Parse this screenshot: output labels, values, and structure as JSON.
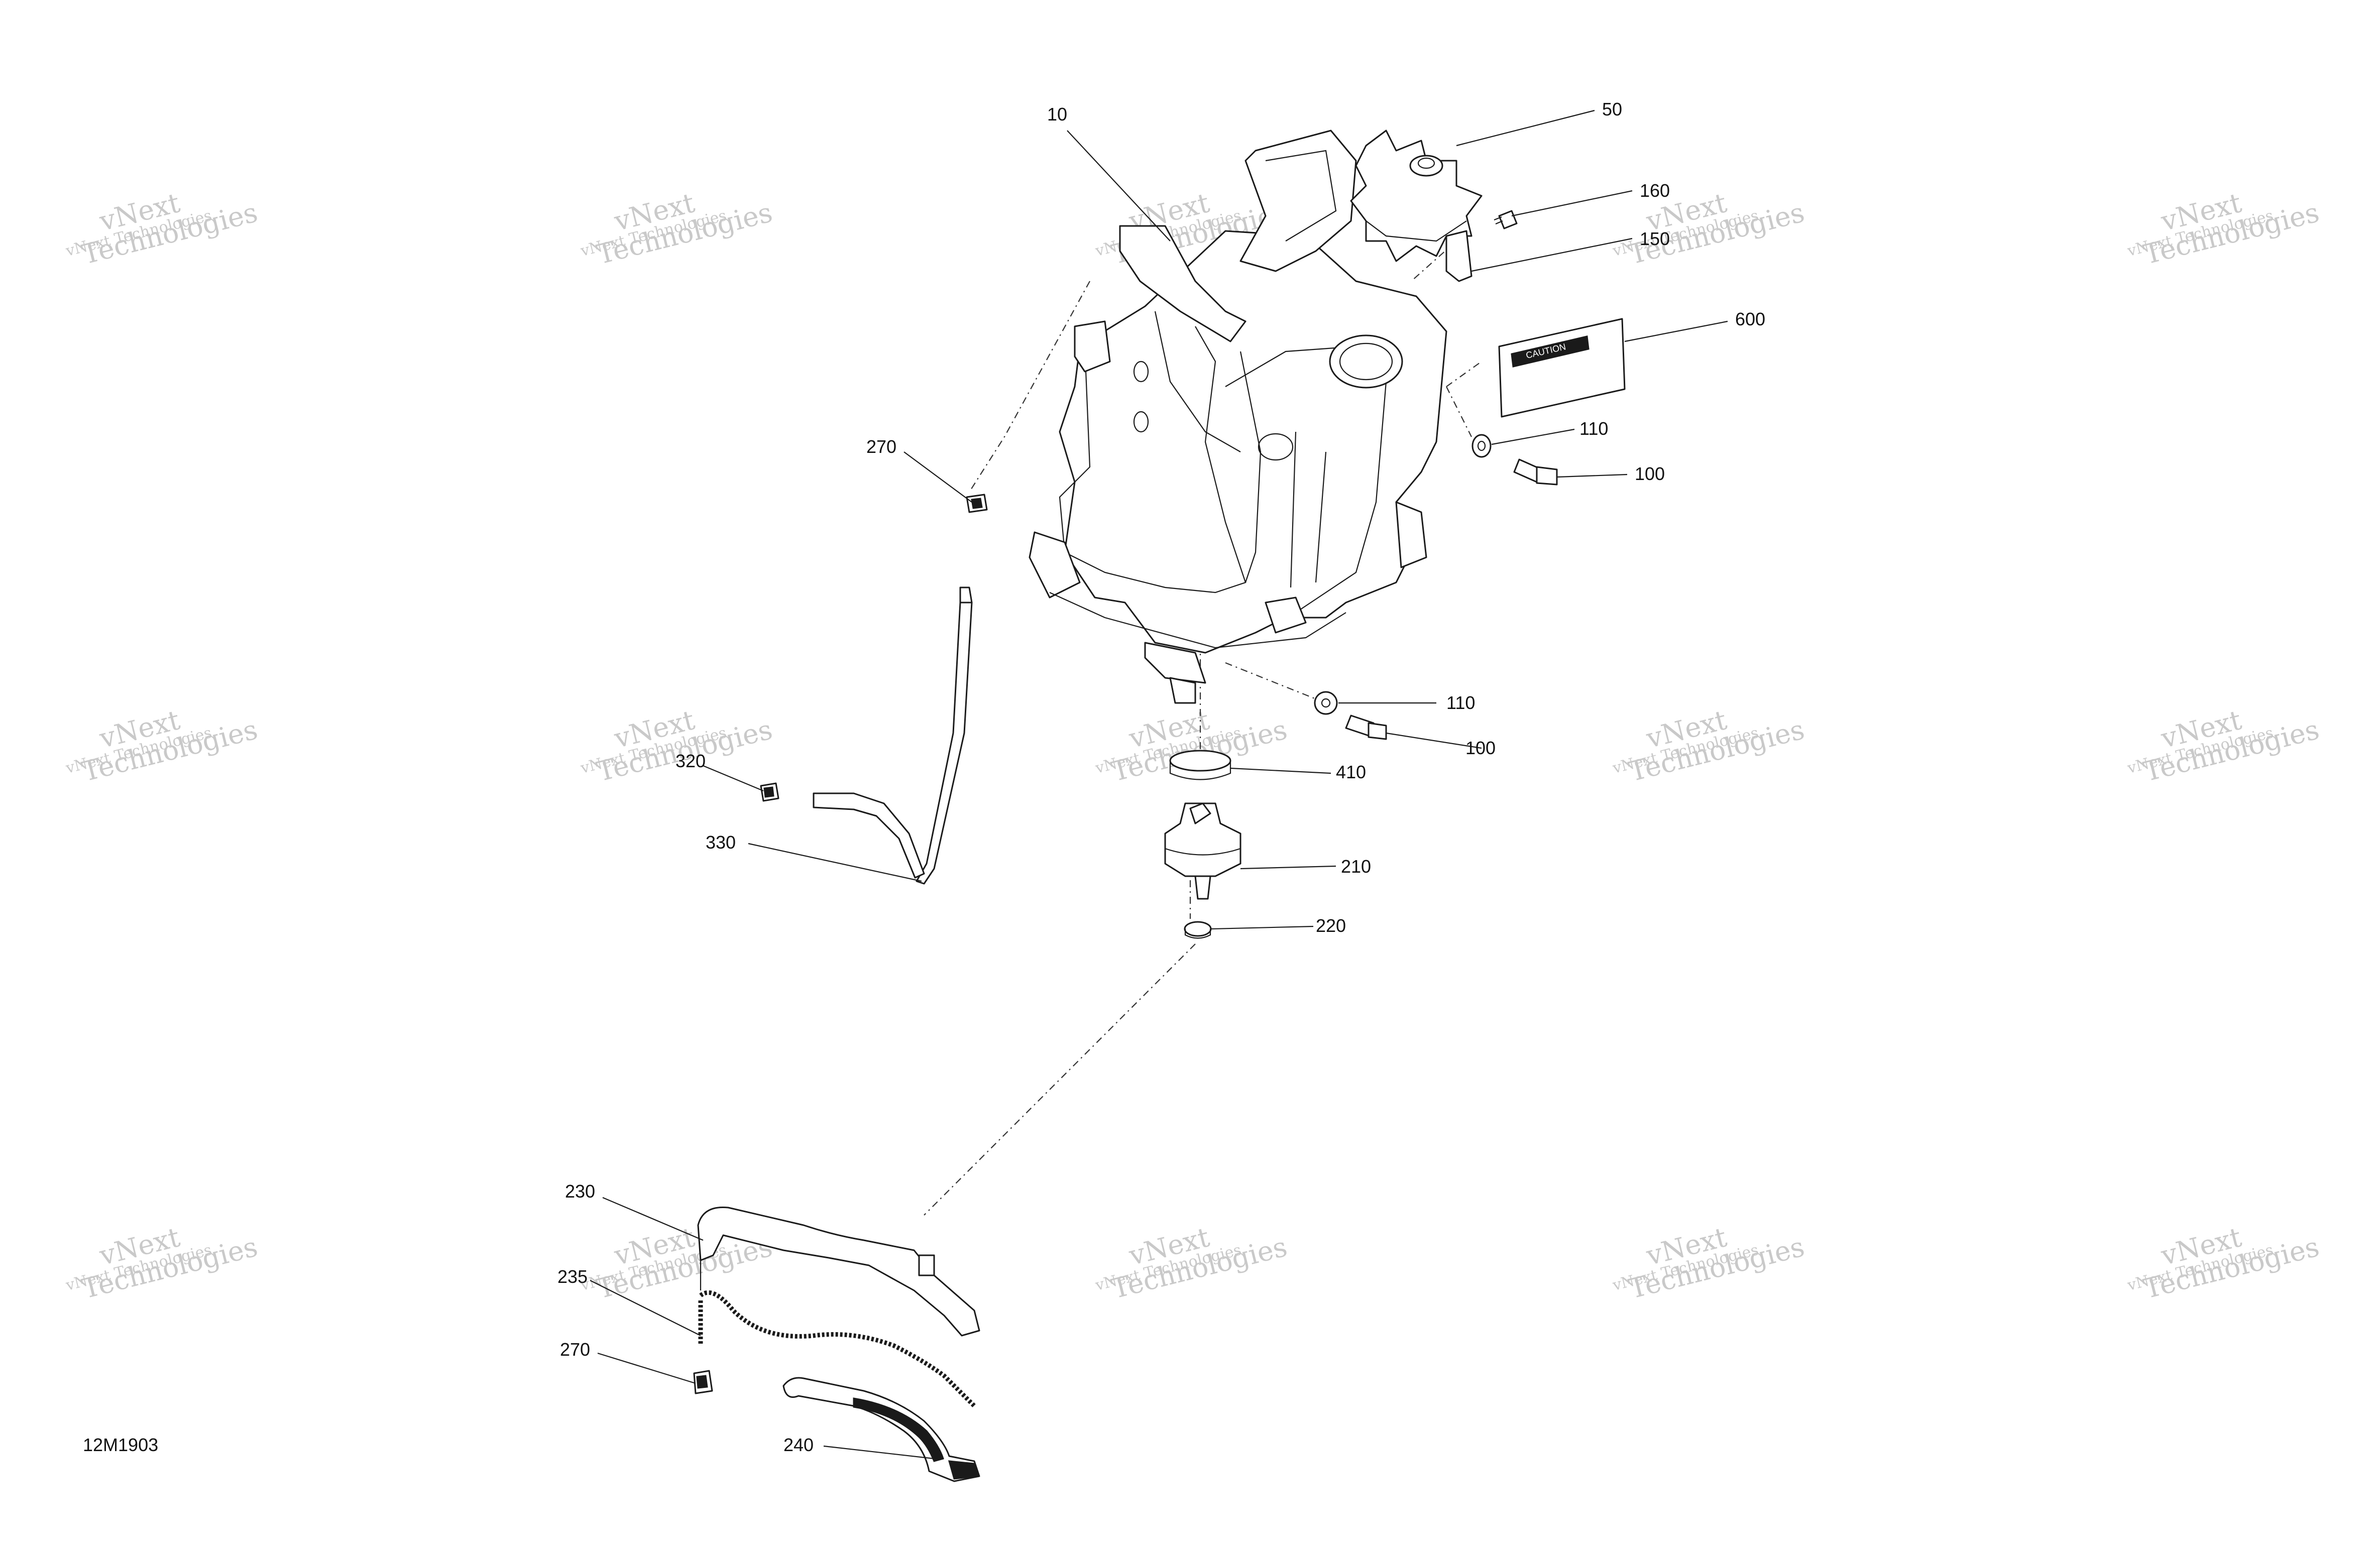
{
  "document_id": "12M1903",
  "watermark": {
    "line1": "vNext Technologies",
    "line2": "vNext",
    "line3": "Technologies"
  },
  "decal_text": "CAUTION",
  "callouts": [
    {
      "id": "c10",
      "label": "10"
    },
    {
      "id": "c50",
      "label": "50"
    },
    {
      "id": "c160",
      "label": "160"
    },
    {
      "id": "c150",
      "label": "150"
    },
    {
      "id": "c600",
      "label": "600"
    },
    {
      "id": "c110a",
      "label": "110"
    },
    {
      "id": "c100a",
      "label": "100"
    },
    {
      "id": "c270a",
      "label": "270"
    },
    {
      "id": "c110b",
      "label": "110"
    },
    {
      "id": "c100b",
      "label": "100"
    },
    {
      "id": "c320",
      "label": "320"
    },
    {
      "id": "c410",
      "label": "410"
    },
    {
      "id": "c330",
      "label": "330"
    },
    {
      "id": "c210",
      "label": "210"
    },
    {
      "id": "c220",
      "label": "220"
    },
    {
      "id": "c230",
      "label": "230"
    },
    {
      "id": "c235",
      "label": "235"
    },
    {
      "id": "c270b",
      "label": "270"
    },
    {
      "id": "c240",
      "label": "240"
    }
  ]
}
